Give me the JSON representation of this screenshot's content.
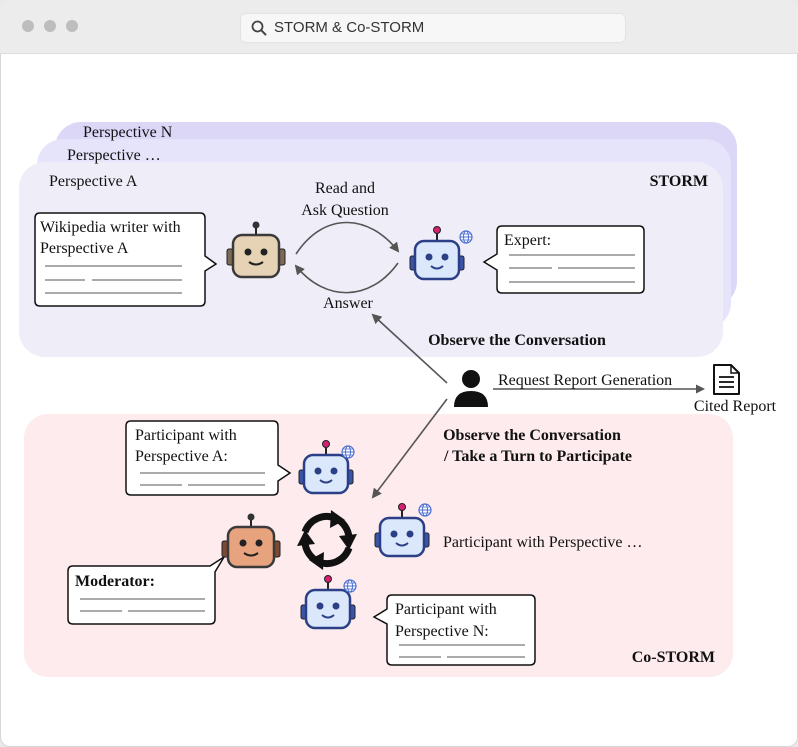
{
  "browser": {
    "url_text": "STORM & Co-STORM"
  },
  "storm": {
    "title": "STORM",
    "perspective_n": "Perspective N",
    "perspective_dots": "Perspective …",
    "perspective_a": "Perspective A",
    "writer_line1": "Wikipedia writer with",
    "writer_line2": "Perspective A",
    "read_and": "Read and",
    "ask_question": "Ask Question",
    "answer": "Answer",
    "expert": "Expert:",
    "observe": "Observe the Conversation"
  },
  "user": {
    "request": "Request Report Generation",
    "cited_report": "Cited Report",
    "observe2_line1": "Observe the Conversation",
    "observe2_line2": "/ Take a Turn to Participate"
  },
  "costorm": {
    "title": "Co-STORM",
    "participant_a_line1": "Participant with",
    "participant_a_line2": "Perspective A:",
    "participant_dots": "Participant with Perspective …",
    "moderator": "Moderator:",
    "participant_n_line1": "Participant with",
    "participant_n_line2": "Perspective N:"
  },
  "colors": {
    "storm_bg": "#efedf8",
    "storm_layer2": "#e3e2f8",
    "storm_layer3": "#d9d4f4",
    "costorm_bg": "#fdebee",
    "robot_beige": "#e6d2b4",
    "robot_orange": "#e7a37d",
    "robot_blue": "#dbe7fb"
  }
}
